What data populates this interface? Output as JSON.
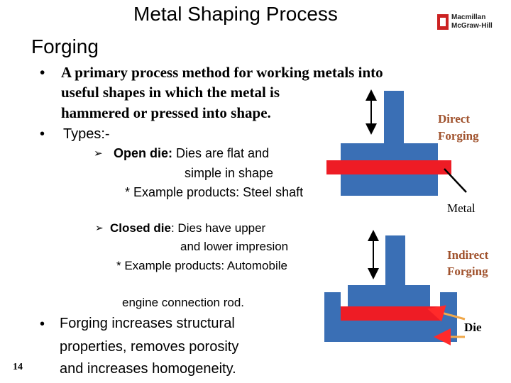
{
  "slide": {
    "title": "Metal Shaping Process",
    "subtitle": "Forging",
    "page_number": "14"
  },
  "logo": {
    "line1": "Macmillan",
    "line2": "McGraw-Hill"
  },
  "bullets": {
    "primary_line1": "A primary process method for working metals into",
    "primary_line2": "useful shapes in which the metal is",
    "primary_line3": "hammered or pressed into shape.",
    "types": "Types:-",
    "open_die_label": "Open die:",
    "open_die_line1": " Dies are flat and",
    "open_die_line2": "simple in shape",
    "open_die_example": "* Example products: Steel shaft",
    "closed_die_label": "Closed die",
    "closed_die_line1": ": Dies have upper",
    "closed_die_line2": "and lower impresion",
    "closed_die_example": "* Example products: Automobile",
    "closed_die_example2": "engine connection rod.",
    "forging_line1": "Forging  increases structural",
    "forging_line2": "properties,  removes porosity",
    "forging_line3": "and increases homogeneity."
  },
  "diagram": {
    "direct_line1": "Direct",
    "direct_line2": "Forging",
    "metal": "Metal",
    "indirect_line1": "Indirect",
    "indirect_line2": "Forging",
    "die": "Die",
    "colors": {
      "die_blue": "#3a6fb5",
      "metal_red": "#ee1c25",
      "label_brown": "#a0522d",
      "arrow_orange": "#f0a84a"
    }
  }
}
